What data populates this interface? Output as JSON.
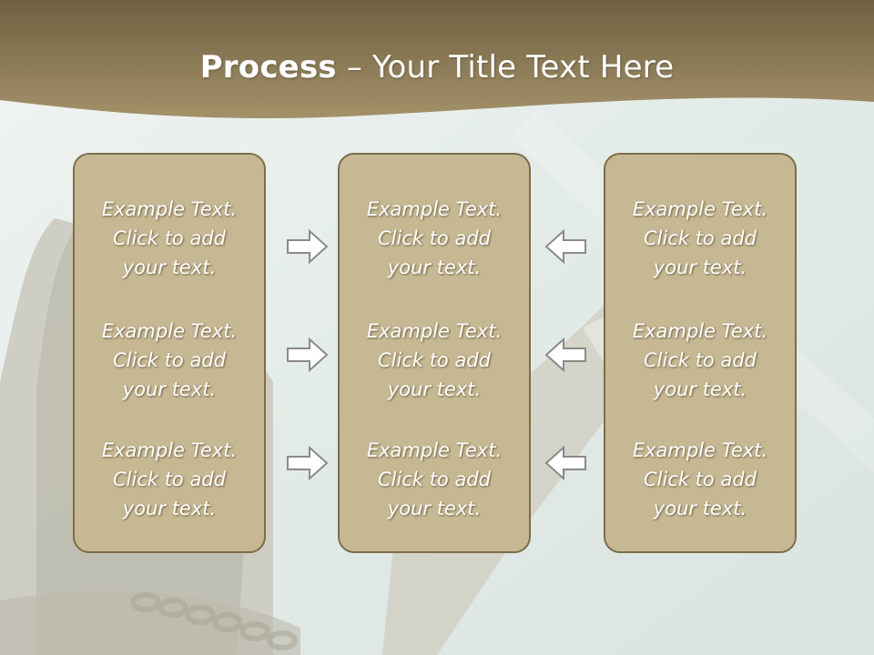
{
  "title": {
    "bold": "Process",
    "rest": " – Your Title Text Here"
  },
  "panels": [
    {
      "items": [
        {
          "l1": "Example Text.",
          "l2": "Click  to add",
          "l3": "your text."
        },
        {
          "l1": "Example Text.",
          "l2": "Click  to add",
          "l3": "your text."
        },
        {
          "l1": "Example Text.",
          "l2": "Click  to add",
          "l3": "your text."
        }
      ]
    },
    {
      "items": [
        {
          "l1": "Example Text.",
          "l2": "Click  to add",
          "l3": "your text."
        },
        {
          "l1": "Example Text.",
          "l2": "Click  to add",
          "l3": "your text."
        },
        {
          "l1": "Example Text.",
          "l2": "Click  to add",
          "l3": "your text."
        }
      ]
    },
    {
      "items": [
        {
          "l1": "Example Text.",
          "l2": "Click  to add",
          "l3": "your text."
        },
        {
          "l1": "Example Text.",
          "l2": "Click  to add",
          "l3": "your text."
        },
        {
          "l1": "Example Text.",
          "l2": "Click  to add",
          "l3": "your text."
        }
      ]
    }
  ],
  "colors": {
    "header": "#8b7b55",
    "panel": "#c6b893",
    "panel_border": "#7d6d49",
    "arrow_stroke": "#8a8a8a"
  },
  "icons": {
    "left_arrows": "right-arrow-icon",
    "right_arrows": "left-arrow-icon"
  }
}
